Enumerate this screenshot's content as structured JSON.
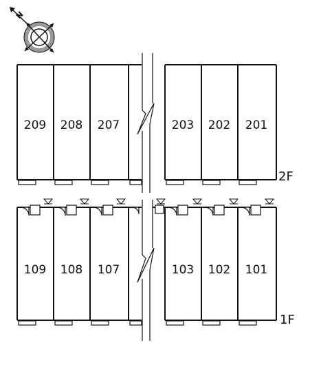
{
  "compass": {
    "label": "N",
    "icon": "north-compass-icon"
  },
  "floors": [
    {
      "id": "2F",
      "label": "2F",
      "units": [
        "209",
        "208",
        "207",
        "203",
        "202",
        "201"
      ]
    },
    {
      "id": "1F",
      "label": "1F",
      "units": [
        "109",
        "108",
        "107",
        "103",
        "102",
        "101"
      ]
    }
  ],
  "colors": {
    "line": "#111111",
    "compass_gray": "#9a9a9a"
  }
}
